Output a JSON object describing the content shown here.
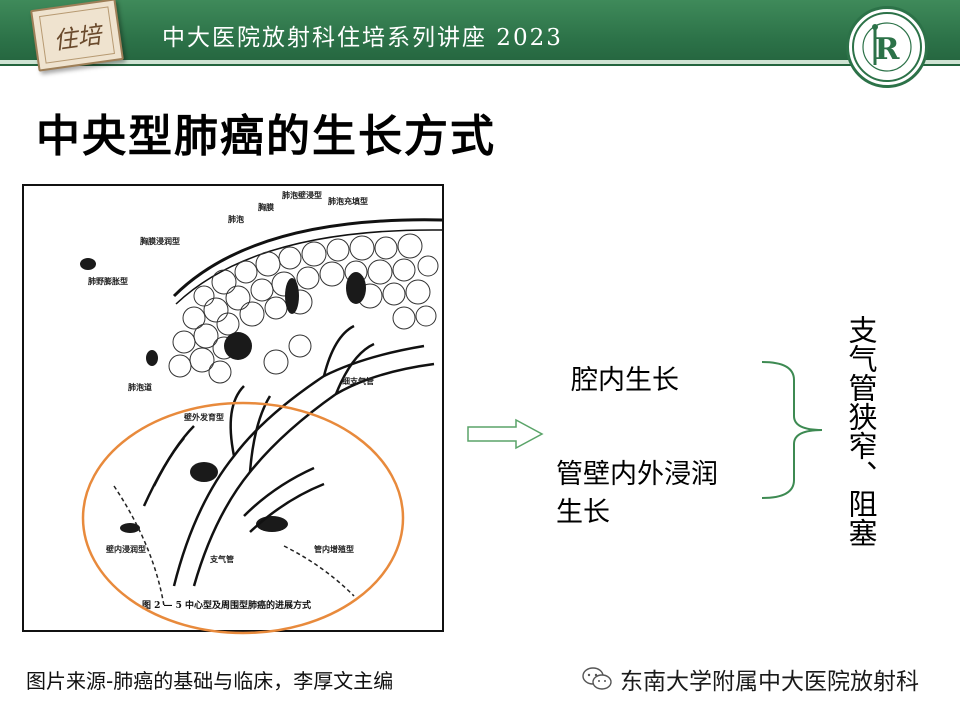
{
  "header": {
    "badge_text": "住培",
    "title": "中大医院放射科住培系列讲座 2023",
    "logo_name": "hospital-logo",
    "logo_letter": "R"
  },
  "slide": {
    "title": "中央型肺癌的生长方式"
  },
  "figure": {
    "labels": {
      "pleural_invasion": "胸膜浸润型",
      "lung_vessel": "肺泡",
      "pleura": "胸膜",
      "alveolar_wall": "肺泡壁浸型",
      "alveolar_fill": "肺泡充填型",
      "hilar_expansion": "肺野膨胀型",
      "alveolar_duct": "肺泡道",
      "small_bronchus": "细支气管",
      "extramural": "壁外发育型",
      "intramural": "壁内浸润型",
      "bronchus": "支气管",
      "intraluminal": "管内增殖型"
    },
    "caption": "图 2 — 5   中心型及周围型肺癌的进展方式"
  },
  "growth": {
    "intraluminal": "腔内生长",
    "wall_line1": "管壁内外浸润",
    "wall_line2": "生长",
    "result": "支气管狭窄、阻塞"
  },
  "footer": {
    "source": "图片来源-肺癌的基础与临床，李厚文主编",
    "watermark": "东南大学附属中大医院放射科"
  },
  "colors": {
    "header_green": "#2c7248",
    "ellipse_orange": "#e88a3c",
    "arrow_green": "#5aa469",
    "bracket_green": "#3d8a52"
  }
}
